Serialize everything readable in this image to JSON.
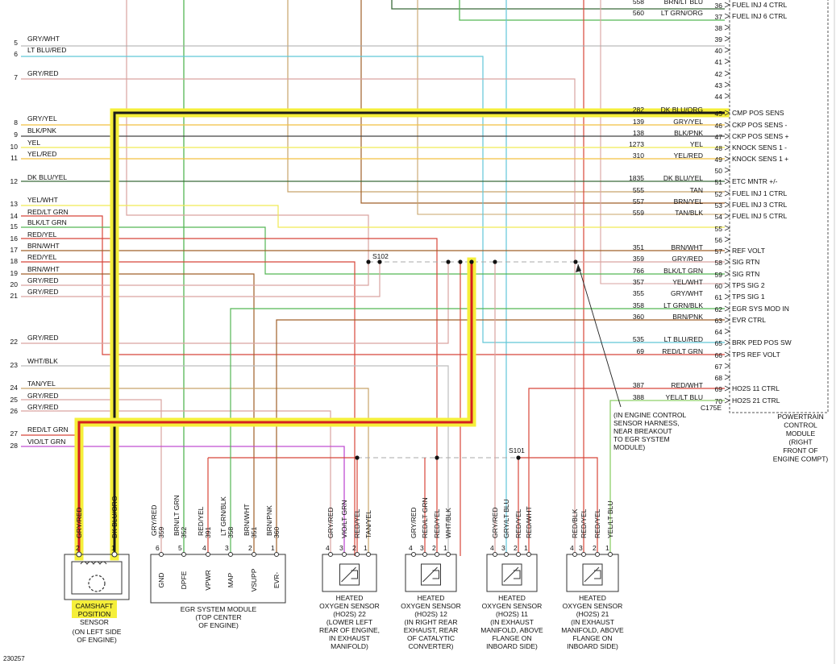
{
  "diagram_id": "230257",
  "pcm": {
    "label": "POWERTRAIN CONTROL MODULE (RIGHT FRONT OF ENGINE COMPT)",
    "connector": "C175E",
    "pins": [
      {
        "pin": "36",
        "circuit": "558",
        "wire": "BRN/LT BLU",
        "function": "FUEL INJ 4 CTRL"
      },
      {
        "pin": "37",
        "circuit": "560",
        "wire": "LT GRN/ORG",
        "function": "FUEL INJ 6 CTRL"
      },
      {
        "pin": "38"
      },
      {
        "pin": "39"
      },
      {
        "pin": "40"
      },
      {
        "pin": "41"
      },
      {
        "pin": "42"
      },
      {
        "pin": "43"
      },
      {
        "pin": "44"
      },
      {
        "pin": "45",
        "circuit": "282",
        "wire": "DK BLU/ORG",
        "function": "CMP POS SENS"
      },
      {
        "pin": "46",
        "circuit": "139",
        "wire": "GRY/YEL",
        "function": "CKP POS SENS -"
      },
      {
        "pin": "47",
        "circuit": "138",
        "wire": "BLK/PNK",
        "function": "CKP POS SENS +"
      },
      {
        "pin": "48",
        "circuit": "1273",
        "wire": "YEL",
        "function": "KNOCK SENS 1 -"
      },
      {
        "pin": "49",
        "circuit": "310",
        "wire": "YEL/RED",
        "function": "KNOCK SENS 1 +"
      },
      {
        "pin": "50"
      },
      {
        "pin": "51",
        "circuit": "1835",
        "wire": "DK BLU/YEL",
        "function": "ETC MNTR +/-"
      },
      {
        "pin": "52",
        "circuit": "555",
        "wire": "TAN",
        "function": "FUEL INJ 1 CTRL"
      },
      {
        "pin": "53",
        "circuit": "557",
        "wire": "BRN/YEL",
        "function": "FUEL INJ 3 CTRL"
      },
      {
        "pin": "54",
        "circuit": "559",
        "wire": "TAN/BLK",
        "function": "FUEL INJ 5 CTRL"
      },
      {
        "pin": "55"
      },
      {
        "pin": "56"
      },
      {
        "pin": "57",
        "circuit": "351",
        "wire": "BRN/WHT",
        "function": "REF VOLT"
      },
      {
        "pin": "58",
        "circuit": "359",
        "wire": "GRY/RED",
        "function": "SIG RTN"
      },
      {
        "pin": "59",
        "circuit": "766",
        "wire": "BLK/LT GRN",
        "function": "SIG RTN"
      },
      {
        "pin": "60",
        "circuit": "357",
        "wire": "YEL/WHT",
        "function": "TPS SIG 2"
      },
      {
        "pin": "61",
        "circuit": "355",
        "wire": "GRY/WHT",
        "function": "TPS SIG 1"
      },
      {
        "pin": "62",
        "circuit": "358",
        "wire": "LT GRN/BLK",
        "function": "EGR SYS MOD IN"
      },
      {
        "pin": "63",
        "circuit": "360",
        "wire": "BRN/PNK",
        "function": "EVR CTRL"
      },
      {
        "pin": "64"
      },
      {
        "pin": "65",
        "circuit": "535",
        "wire": "LT BLU/RED",
        "function": "BRK PED POS SW"
      },
      {
        "pin": "66",
        "circuit": "69",
        "wire": "RED/LT GRN",
        "function": "TPS REF VOLT"
      },
      {
        "pin": "67"
      },
      {
        "pin": "68"
      },
      {
        "pin": "69",
        "circuit": "387",
        "wire": "RED/WHT",
        "function": "HO2S 11 CTRL"
      },
      {
        "pin": "70",
        "circuit": "388",
        "wire": "YEL/LT BLU",
        "function": "HO2S 21 CTRL"
      }
    ]
  },
  "left_wires": [
    {
      "num": "5",
      "wire": "GRY/WHT"
    },
    {
      "num": "6",
      "wire": "LT BLU/RED"
    },
    {
      "num": "7",
      "wire": "GRY/RED"
    },
    {
      "num": "8",
      "wire": "GRY/YEL"
    },
    {
      "num": "9",
      "wire": "BLK/PNK"
    },
    {
      "num": "10",
      "wire": "YEL"
    },
    {
      "num": "11",
      "wire": "YEL/RED"
    },
    {
      "num": "12",
      "wire": "DK BLU/YEL"
    },
    {
      "num": "13",
      "wire": "YEL/WHT"
    },
    {
      "num": "14",
      "wire": "RED/LT GRN"
    },
    {
      "num": "15",
      "wire": "BLK/LT GRN"
    },
    {
      "num": "16",
      "wire": "RED/YEL"
    },
    {
      "num": "17",
      "wire": "BRN/WHT"
    },
    {
      "num": "18",
      "wire": "RED/YEL"
    },
    {
      "num": "19",
      "wire": "BRN/WHT"
    },
    {
      "num": "20",
      "wire": "GRY/RED"
    },
    {
      "num": "21",
      "wire": "GRY/RED"
    },
    {
      "num": "22",
      "wire": "GRY/RED"
    },
    {
      "num": "23",
      "wire": "WHT/BLK"
    },
    {
      "num": "24",
      "wire": "TAN/YEL"
    },
    {
      "num": "25",
      "wire": "GRY/RED"
    },
    {
      "num": "26",
      "wire": "GRY/RED"
    },
    {
      "num": "27",
      "wire": "RED/LT GRN"
    },
    {
      "num": "28",
      "wire": "VIO/LT GRN"
    }
  ],
  "splices": {
    "s102": "S102",
    "s101": "S101"
  },
  "annotation": "(IN ENGINE CONTROL SENSOR HARNESS, NEAR BREAKOUT TO EGR SYSTEM MODULE)",
  "camshaft_sensor": {
    "title": "CAMSHAFT POSITION SENSOR",
    "location": "(ON LEFT SIDE OF ENGINE)",
    "pins": [
      {
        "pin": "2",
        "wire": "GRY/RED"
      },
      {
        "pin": "1",
        "wire": "DK BLU/ORG"
      }
    ]
  },
  "egr_module": {
    "title": "EGR SYSTEM MODULE",
    "location": "(TOP CENTER OF ENGINE)",
    "pins": [
      {
        "pin": "6",
        "circuit": "359",
        "wire": "GRY/RED",
        "function": "GND"
      },
      {
        "pin": "5",
        "circuit": "352",
        "wire": "BRN/LT GRN",
        "function": "DPFE"
      },
      {
        "pin": "4",
        "circuit": "391",
        "wire": "RED/YEL",
        "function": "VPWR"
      },
      {
        "pin": "3",
        "circuit": "358",
        "wire": "LT GRN/BLK",
        "function": "MAP"
      },
      {
        "pin": "2",
        "circuit": "351",
        "wire": "BRN/WHT",
        "function": "VSUPP"
      },
      {
        "pin": "1",
        "circuit": "360",
        "wire": "BRN/PNK",
        "function": "EVR-"
      }
    ]
  },
  "o2_sensors": [
    {
      "title": "HEATED OXYGEN SENSOR (HO2S) 22",
      "location": "(LOWER LEFT REAR OF ENGINE, IN EXHAUST MANIFOLD)",
      "pins": [
        {
          "pin": "4",
          "wire": "GRY/RED"
        },
        {
          "pin": "3",
          "wire": "VIO/LT GRN"
        },
        {
          "pin": "2",
          "wire": "RED/YEL"
        },
        {
          "pin": "1",
          "wire": "TAN/YEL"
        }
      ]
    },
    {
      "title": "HEATED OXYGEN SENSOR (HO2S) 12",
      "location": "(IN RIGHT REAR EXHAUST, REAR OF CATALYTIC CONVERTER)",
      "pins": [
        {
          "pin": "4",
          "wire": "GRY/RED"
        },
        {
          "pin": "3",
          "wire": "RED/LT GRN"
        },
        {
          "pin": "2",
          "wire": "RED/YEL"
        },
        {
          "pin": "1",
          "wire": "WHT/BLK"
        }
      ]
    },
    {
      "title": "HEATED OXYGEN SENSOR (HO2S) 11",
      "location": "(IN EXHAUST MANIFOLD, ABOVE FLANGE ON INBOARD SIDE)",
      "pins": [
        {
          "pin": "4",
          "wire": "GRY/RED"
        },
        {
          "pin": "3",
          "wire": "GRY/LT BLU"
        },
        {
          "pin": "2",
          "wire": "RED/YEL"
        },
        {
          "pin": "1",
          "wire": "RED/WHT"
        }
      ]
    },
    {
      "title": "HEATED OXYGEN SENSOR (HO2S) 21",
      "location": "(IN EXHAUST MANIFOLD, ABOVE FLANGE ON INBOARD SIDE)",
      "pins": [
        {
          "pin": "4",
          "wire": "RED/BLK"
        },
        {
          "pin": "3",
          "wire": "RED/YEL"
        },
        {
          "pin": "2",
          "wire": "RED/YEL"
        },
        {
          "pin": "1",
          "wire": "YEL/LT BLU"
        }
      ]
    }
  ],
  "colors": {
    "highlight": "#f5ef3a",
    "gry": "#a9a9a9",
    "gryred": "#d9a3a0",
    "ltblu": "#62c6d8",
    "yel": "#f0ea54",
    "yelred": "#f2c040",
    "dkbluyel": "#3b6a3b",
    "ltgrn": "#55b655",
    "red": "#d8463a",
    "brn": "#a0602a",
    "tan": "#c8a46a",
    "vio": "#c04fd2",
    "dkblu": "#1a1a1a",
    "red_hl": "#d42020",
    "wht": "#bdbdbd",
    "blk": "#444"
  }
}
